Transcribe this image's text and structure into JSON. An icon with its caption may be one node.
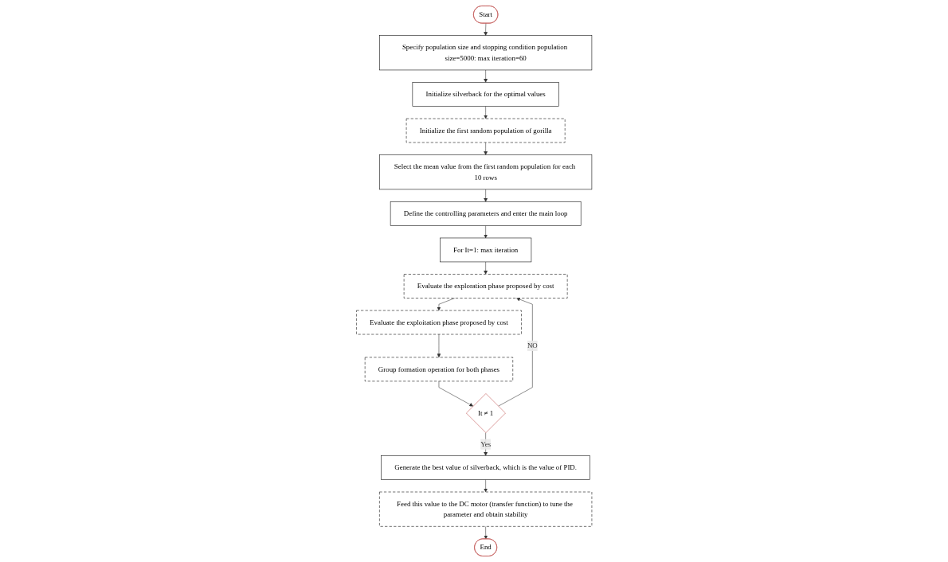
{
  "diagram": {
    "nodes": [
      {
        "text": [
          "Start"
        ]
      },
      {
        "text": [
          "Specify population size and stopping condition population size=5000: max iteration=60"
        ]
      },
      {
        "text": [
          "Initialize silverback for the optimal values"
        ]
      },
      {
        "text": [
          "Initialize the first random population of gorilla"
        ]
      },
      {
        "text": [
          "Select the mean value from the first random population for each 10 rows"
        ]
      },
      {
        "text": [
          "Define the controlling parameters and enter the main loop"
        ]
      },
      {
        "text": [
          "For It=1: max iteration"
        ]
      },
      {
        "text": [
          "Evaluate the exploration phase proposed by cost"
        ]
      },
      {
        "text": [
          "Evaluate the exploitation phase proposed by cost"
        ]
      },
      {
        "text": [
          "Group formation operation for both phases"
        ]
      },
      {
        "text": [
          "It ≠ 1"
        ]
      },
      {
        "text": [
          "Generate the best value of silverback, which is the value of PID."
        ]
      },
      {
        "text": [
          "Feed this value to the DC motor (transfer function) to tune the parameter and obtain stability"
        ]
      },
      {
        "text": [
          "End"
        ]
      }
    ],
    "edges": [
      {
        "from": 0,
        "to": 1,
        "arrow": "to"
      },
      {
        "from": 1,
        "to": 2,
        "arrow": "to"
      },
      {
        "from": 2,
        "to": 3,
        "arrow": "to"
      },
      {
        "from": 3,
        "to": 4,
        "arrow": "to"
      },
      {
        "from": 4,
        "to": 5,
        "arrow": "to"
      },
      {
        "from": 5,
        "to": 6,
        "arrow": "to"
      },
      {
        "from": 6,
        "to": 7,
        "arrow": "to"
      },
      {
        "from": 7,
        "to": 8,
        "arrow": "to"
      },
      {
        "from": 8,
        "to": 9,
        "arrow": "to"
      },
      {
        "from": 9,
        "to": 10,
        "arrow": "to"
      },
      {
        "from": 10,
        "to": 7,
        "label": "NO",
        "arrow": "to"
      },
      {
        "from": 10,
        "to": 11,
        "label": "Yes",
        "arrow": "to"
      },
      {
        "from": 11,
        "to": 12,
        "arrow": "to"
      },
      {
        "from": 12,
        "to": 13,
        "arrow": "to"
      }
    ]
  }
}
